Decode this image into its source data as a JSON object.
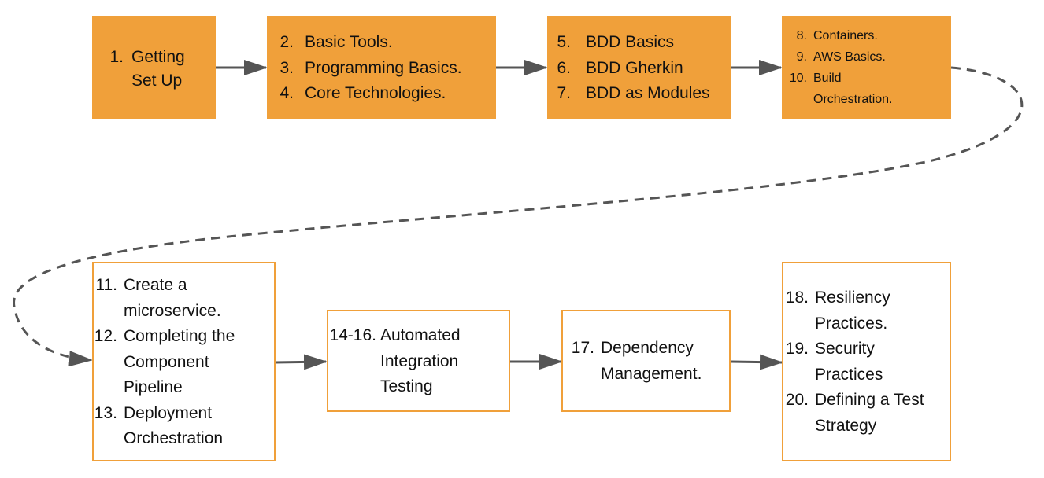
{
  "row1": [
    {
      "items": [
        {
          "num": "1.",
          "text": "Getting Set Up"
        }
      ]
    },
    {
      "items": [
        {
          "num": "2.",
          "text": "Basic Tools."
        },
        {
          "num": "3.",
          "text": "Programming Basics."
        },
        {
          "num": "4.",
          "text": "Core Technologies."
        }
      ]
    },
    {
      "items": [
        {
          "num": "5.",
          "text": "BDD Basics"
        },
        {
          "num": "6.",
          "text": "BDD Gherkin"
        },
        {
          "num": "7.",
          "text": "BDD as Modules"
        }
      ]
    },
    {
      "items": [
        {
          "num": "8.",
          "text": "Containers."
        },
        {
          "num": "9.",
          "text": "AWS Basics."
        },
        {
          "num": "10.",
          "text": "Build Orchestration."
        }
      ]
    }
  ],
  "row2": [
    {
      "items": [
        {
          "num": "11.",
          "text": "Create a microservice."
        },
        {
          "num": "12.",
          "text": "Completing the Component Pipeline"
        },
        {
          "num": "13.",
          "text": "Deployment Orchestration"
        }
      ]
    },
    {
      "items": [
        {
          "num": "14-16.",
          "text": "Automated Integration Testing"
        }
      ]
    },
    {
      "items": [
        {
          "num": "17.",
          "text": "Dependency Management."
        }
      ]
    },
    {
      "items": [
        {
          "num": "18.",
          "text": "Resiliency Practices."
        },
        {
          "num": "19.",
          "text": "Security Practices"
        },
        {
          "num": "20.",
          "text": "Defining a Test Strategy"
        }
      ]
    }
  ],
  "colors": {
    "fill": "#f0a03a",
    "arrow": "#555555"
  }
}
